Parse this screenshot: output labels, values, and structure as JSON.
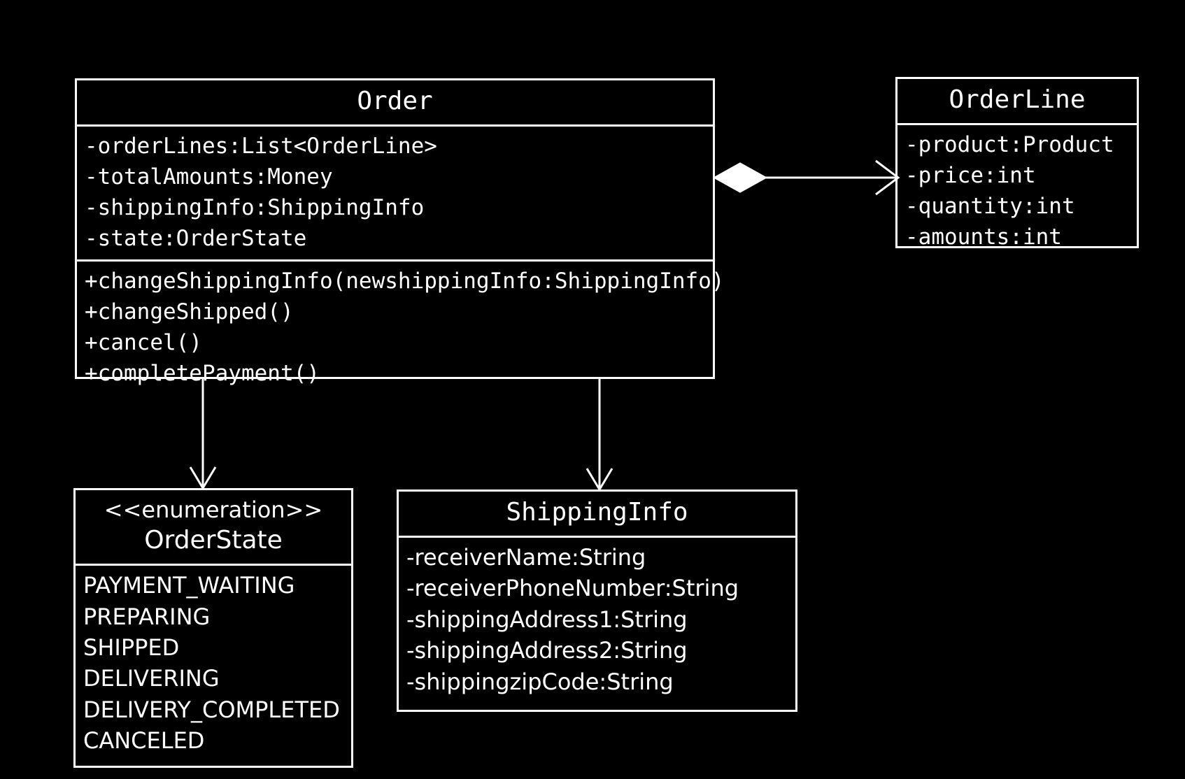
{
  "diagram": {
    "title": "Order domain UML class diagram",
    "background_color": "#000000",
    "stroke_color": "#ffffff"
  },
  "classes": {
    "order": {
      "name": "Order",
      "attributes": [
        "-orderLines:List<OrderLine>",
        "-totalAmounts:Money",
        "-shippingInfo:ShippingInfo",
        "-state:OrderState"
      ],
      "operations": [
        "+changeShippingInfo(newshippingInfo:ShippingInfo)",
        "+changeShipped()",
        "+cancel()",
        "+completePayment()"
      ]
    },
    "orderline": {
      "name": "OrderLine",
      "attributes": [
        "-product:Product",
        "-price:int",
        "-quantity:int",
        "-amounts:int"
      ]
    },
    "orderstate": {
      "stereotype": "<<enumeration>>",
      "name": "OrderState",
      "literals": [
        "PAYMENT_WAITING",
        "PREPARING",
        "SHIPPED",
        "DELIVERING",
        "DELIVERY_COMPLETED",
        "CANCELED"
      ]
    },
    "shippinginfo": {
      "name": "ShippingInfo",
      "attributes": [
        "-receiverName:String",
        "-receiverPhoneNumber:String",
        "-shippingAddress1:String",
        "-shippingAddress2:String",
        "-shippingzipCode:String"
      ]
    }
  },
  "relationships": [
    {
      "id": "order-orderline",
      "from": "Order",
      "to": "OrderLine",
      "type": "composition",
      "source_decoration": "filled-diamond",
      "target_decoration": "open-arrow"
    },
    {
      "id": "order-orderstate",
      "from": "Order",
      "to": "OrderState",
      "type": "association",
      "source_decoration": "none",
      "target_decoration": "open-arrow"
    },
    {
      "id": "order-shippinginfo",
      "from": "Order",
      "to": "ShippingInfo",
      "type": "association",
      "source_decoration": "none",
      "target_decoration": "open-arrow"
    }
  ]
}
